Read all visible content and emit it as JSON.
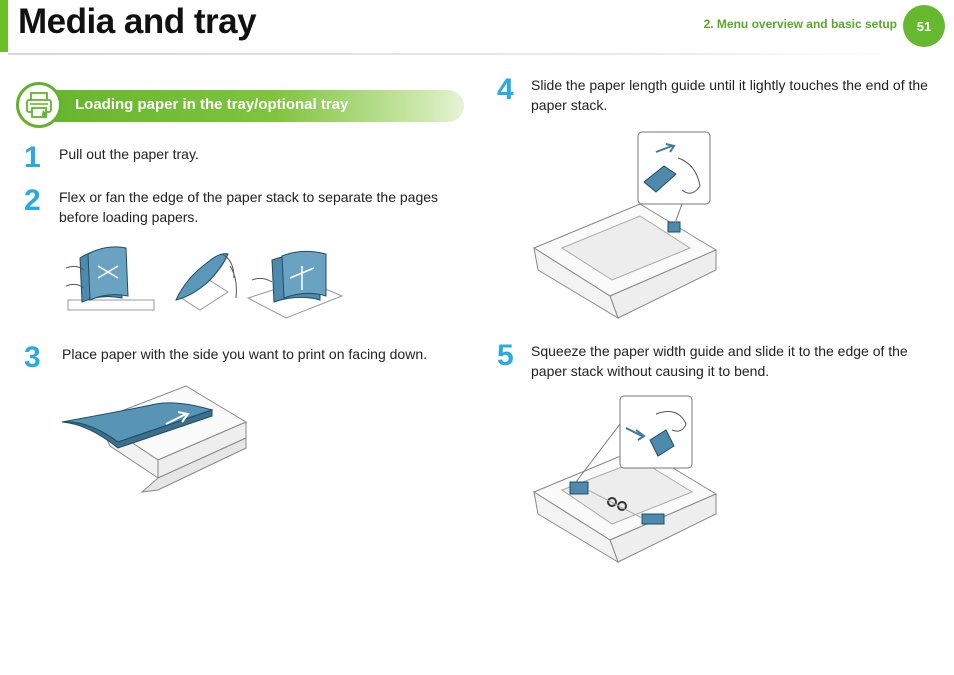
{
  "header": {
    "title": "Media and tray",
    "chapter": "2.  Menu overview and basic setup",
    "page_number": "51"
  },
  "section": {
    "title": "Loading paper in the tray/optional tray",
    "icon": "printer-icon"
  },
  "steps": [
    {
      "number": "1",
      "text": "Pull out the paper tray."
    },
    {
      "number": "2",
      "text": "Flex or fan the edge of the paper stack to separate the pages before loading papers."
    },
    {
      "number": "3",
      "text": "Place paper with the side you want to print on facing down."
    },
    {
      "number": "4",
      "text": "Slide the paper length guide until it lightly touches the end of the paper stack."
    },
    {
      "number": "5",
      "text": "Squeeze the paper width guide and slide it to the edge of the paper stack without causing it to bend."
    }
  ],
  "colors": {
    "accent_green": "#66b82f",
    "step_blue": "#2aaae2",
    "paper_blue": "#3d7b9c"
  }
}
